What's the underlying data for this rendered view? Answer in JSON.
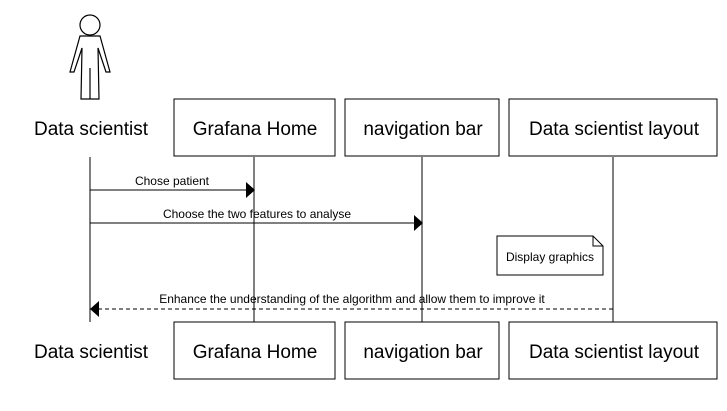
{
  "participants": [
    {
      "id": "data-scientist",
      "label": "Data scientist",
      "kind": "actor"
    },
    {
      "id": "grafana-home",
      "label": "Grafana Home",
      "kind": "box"
    },
    {
      "id": "navigation-bar",
      "label": "navigation bar",
      "kind": "box"
    },
    {
      "id": "ds-layout",
      "label": "Data scientist layout",
      "kind": "box"
    }
  ],
  "messages": [
    {
      "label": "Chose patient",
      "from": "data-scientist",
      "to": "grafana-home",
      "style": "solid"
    },
    {
      "label": "Choose the two features to analyse",
      "from": "data-scientist",
      "to": "navigation-bar",
      "style": "solid"
    },
    {
      "label": "Enhance the understanding of the algorithm and allow them to improve it",
      "from": "ds-layout",
      "to": "data-scientist",
      "style": "dashed"
    }
  ],
  "notes": [
    {
      "label": "Display graphics",
      "near": "ds-layout"
    }
  ],
  "colors": {
    "line": "#000000",
    "background": "#ffffff"
  }
}
